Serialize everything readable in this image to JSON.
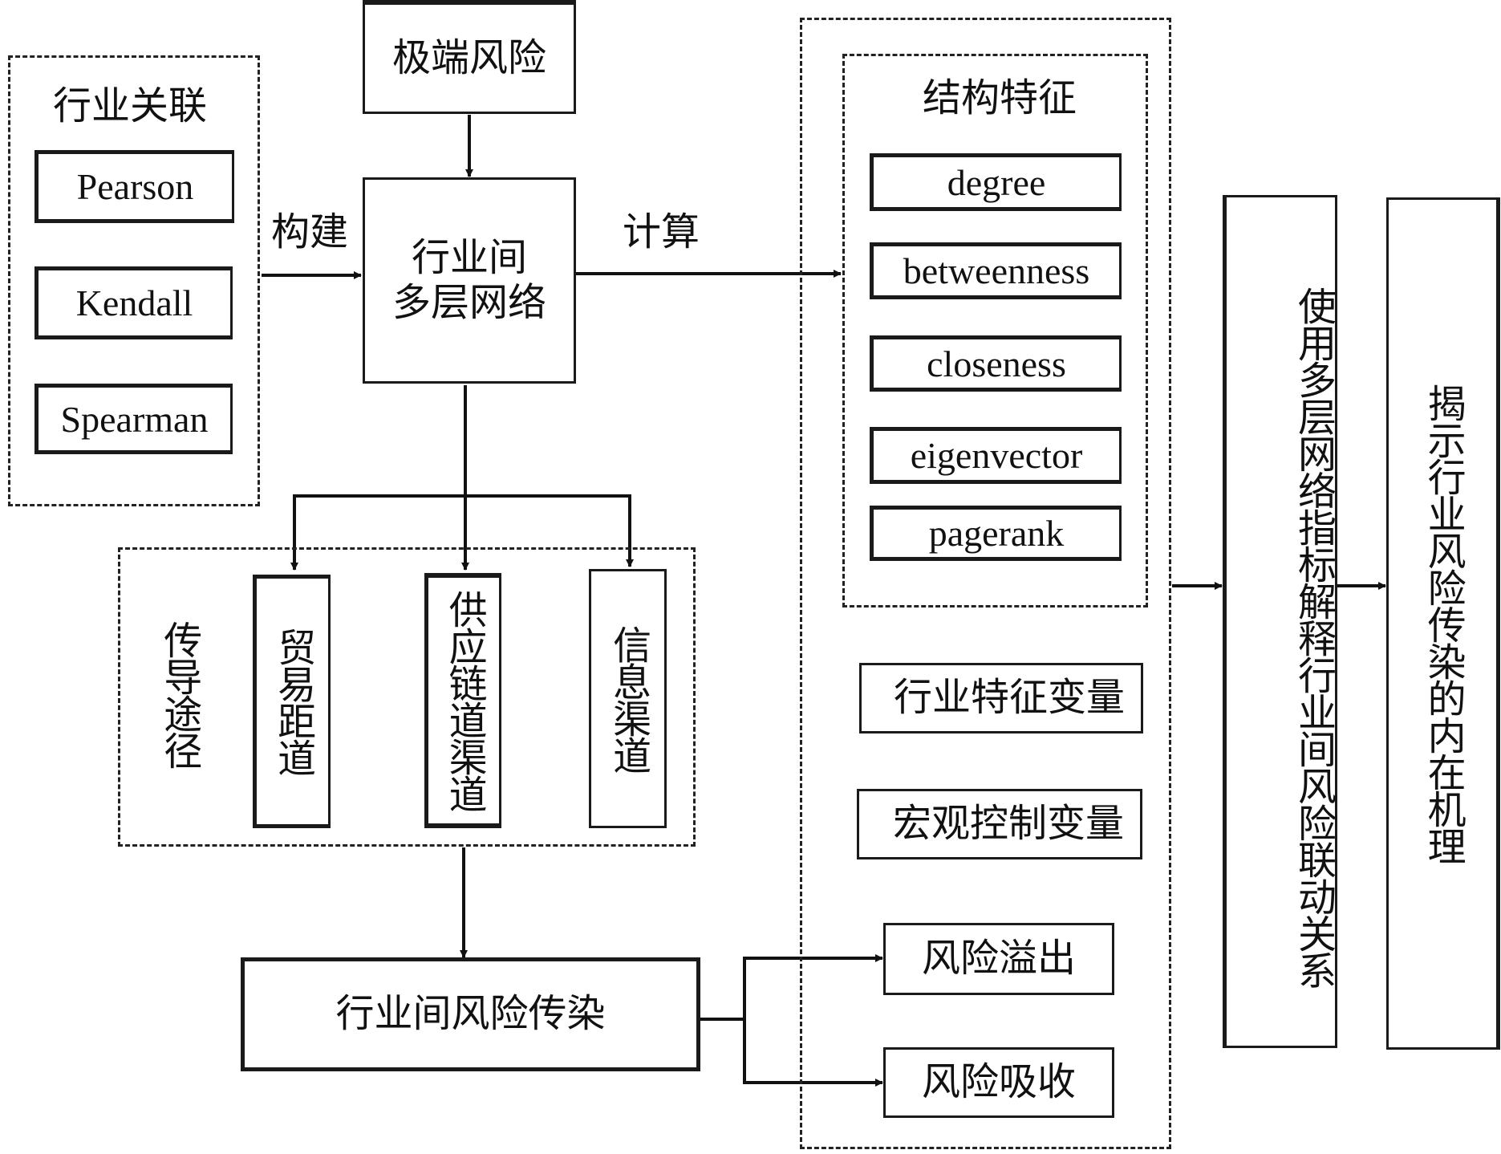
{
  "industry_correlation": {
    "title": "行业关联",
    "methods": [
      "Pearson",
      "Kendall",
      "Spearman"
    ]
  },
  "extreme_risk": "极端风险",
  "build_label": "构建",
  "network": {
    "line1": "行业间",
    "line2": "多层网络"
  },
  "compute_label": "计算",
  "transmission": {
    "title": "传导途径",
    "channels": [
      "贸易距道",
      "供应链道渠道",
      "信息渠道"
    ]
  },
  "contagion": "行业间风险传染",
  "structural_features": {
    "title": "结构特征",
    "metrics": [
      "degree",
      "betweenness",
      "closeness",
      "eigenvector",
      "pagerank"
    ]
  },
  "variables": [
    "行业特征变量",
    "宏观控制变量"
  ],
  "risk_outcomes": [
    "风险溢出",
    "风险吸收"
  ],
  "explain_box": "使用多层网络指标解释行业间风险联动关系",
  "reveal_box": "揭示行业风险传染的内在机理"
}
